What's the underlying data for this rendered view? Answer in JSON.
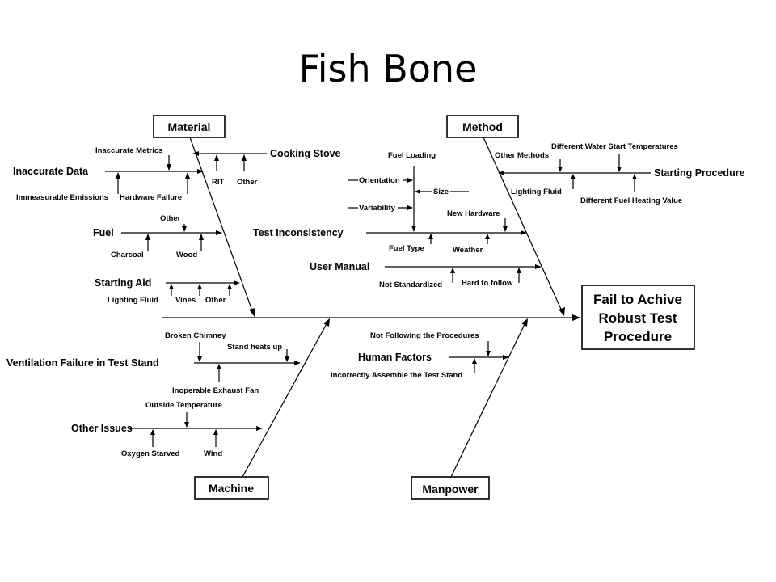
{
  "title": "Fish Bone",
  "effect": {
    "lines": [
      "Fail to Achive",
      "Robust Test",
      "Procedure"
    ]
  },
  "categories": {
    "material": "Material",
    "method": "Method",
    "machine": "Machine",
    "manpower": "Manpower"
  },
  "material": {
    "inaccurate_data": "Inaccurate Data",
    "inaccurate_metrics": "Inaccurate Metrics",
    "immeasurable_emissions": "Immeasurable Emissions",
    "hardware_failure": "Hardware Failure",
    "cooking_stove": "Cooking Stove",
    "rit": "RIT",
    "stove_other": "Other",
    "fuel": "Fuel",
    "fuel_other": "Other",
    "charcoal": "Charcoal",
    "wood": "Wood",
    "starting_aid": "Starting Aid",
    "lighting_fluid": "Lighting Fluid",
    "vines": "Vines",
    "aid_other": "Other"
  },
  "method": {
    "fuel_loading": "Fuel Loading",
    "orientation": "Orientation",
    "size": "Size",
    "variability": "Variability",
    "test_inconsistency": "Test Inconsistency",
    "new_hardware": "New Hardware",
    "fuel_type": "Fuel Type",
    "weather": "Weather",
    "user_manual": "User Manual",
    "not_standardized": "Not Standardized",
    "hard_to_follow": "Hard to follow",
    "starting_procedure": "Starting Procedure",
    "other_methods": "Other Methods",
    "different_water_start": "Different Water Start Temperatures",
    "lighting_fluid": "Lighting Fluid",
    "different_fuel_heating": "Different Fuel Heating Value"
  },
  "machine": {
    "ventilation_failure": "Ventilation Failure in Test Stand",
    "broken_chimney": "Broken Chimney",
    "stand_heats_up": "Stand heats up",
    "inoperable_exhaust_fan": "Inoperable Exhaust Fan",
    "other_issues": "Other Issues",
    "outside_temperature": "Outside Temperature",
    "oxygen_starved": "Oxygen Starved",
    "wind": "Wind"
  },
  "manpower": {
    "human_factors": "Human Factors",
    "not_following": "Not Following the Procedures",
    "incorrectly_assemble": "Incorrectly Assemble the Test Stand"
  }
}
